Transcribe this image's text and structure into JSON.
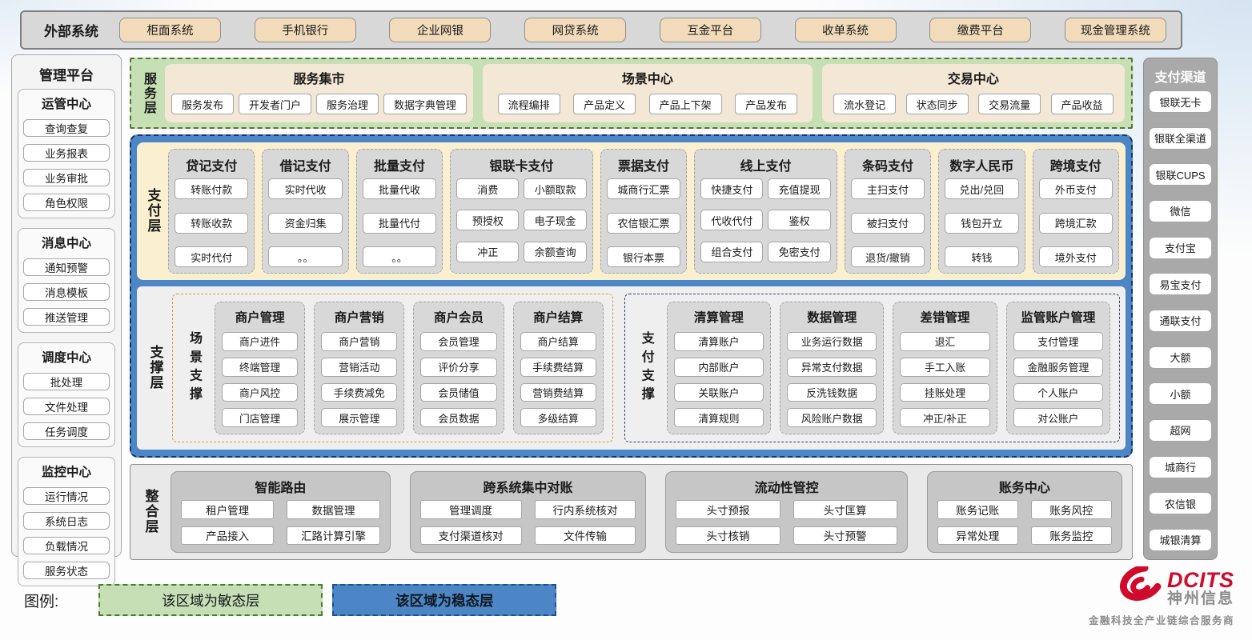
{
  "external_systems": {
    "label": "外部系统",
    "items": [
      "柜面系统",
      "手机银行",
      "企业网银",
      "网贷系统",
      "互金平台",
      "收单系统",
      "缴费平台",
      "现金管理系统"
    ]
  },
  "management_platform": {
    "title": "管理平台",
    "groups": [
      {
        "title": "运管中心",
        "items": [
          "查询查复",
          "业务报表",
          "业务审批",
          "角色权限"
        ]
      },
      {
        "title": "消息中心",
        "items": [
          "通知预警",
          "消息模板",
          "推送管理"
        ]
      },
      {
        "title": "调度中心",
        "items": [
          "批处理",
          "文件处理",
          "任务调度"
        ]
      },
      {
        "title": "监控中心",
        "items": [
          "运行情况",
          "系统日志",
          "负载情况",
          "服务状态"
        ]
      }
    ]
  },
  "service_layer": {
    "label": "服务层",
    "panels": [
      {
        "title": "服务集市",
        "items": [
          "服务发布",
          "开发者门户",
          "服务治理",
          "数据字典管理"
        ]
      },
      {
        "title": "场景中心",
        "items": [
          "流程编排",
          "产品定义",
          "产品上下架",
          "产品发布"
        ]
      },
      {
        "title": "交易中心",
        "items": [
          "流水登记",
          "状态同步",
          "交易流量",
          "产品收益"
        ]
      }
    ]
  },
  "payment_layer": {
    "label": "支付层",
    "columns": [
      {
        "title": "贷记支付",
        "cols": 1,
        "items": [
          "转账付款",
          "转账收款",
          "实时代付"
        ]
      },
      {
        "title": "借记支付",
        "cols": 1,
        "items": [
          "实时代收",
          "资金归集",
          "。。"
        ]
      },
      {
        "title": "批量支付",
        "cols": 1,
        "items": [
          "批量代收",
          "批量代付",
          "。。"
        ]
      },
      {
        "title": "银联卡支付",
        "cols": 2,
        "items": [
          "消费",
          "小额取款",
          "预授权",
          "电子现金",
          "冲正",
          "余额查询"
        ]
      },
      {
        "title": "票据支付",
        "cols": 1,
        "items": [
          "城商行汇票",
          "农信银汇票",
          "银行本票"
        ]
      },
      {
        "title": "线上支付",
        "cols": 2,
        "items": [
          "快捷支付",
          "充值提现",
          "代收代付",
          "鉴权",
          "组合支付",
          "免密支付"
        ]
      },
      {
        "title": "条码支付",
        "cols": 1,
        "items": [
          "主扫支付",
          "被扫支付",
          "退货/撤销"
        ]
      },
      {
        "title": "数字人民币",
        "cols": 1,
        "items": [
          "兑出/兑回",
          "钱包开立",
          "转钱"
        ]
      },
      {
        "title": "跨境支付",
        "cols": 1,
        "items": [
          "外币支付",
          "跨境汇款",
          "境外支付"
        ]
      }
    ]
  },
  "support_layer": {
    "label": "支撑层",
    "groups": [
      {
        "label": "场景支撑",
        "type": "scene",
        "columns": [
          {
            "title": "商户管理",
            "items": [
              "商户进件",
              "终端管理",
              "商户风控",
              "门店管理"
            ]
          },
          {
            "title": "商户营销",
            "items": [
              "商户营销",
              "营销活动",
              "手续费减免",
              "展示管理"
            ]
          },
          {
            "title": "商户会员",
            "items": [
              "会员管理",
              "评价分享",
              "会员储值",
              "会员数据"
            ]
          },
          {
            "title": "商户结算",
            "items": [
              "商户结算",
              "手续费结算",
              "营销费结算",
              "多级结算"
            ]
          }
        ]
      },
      {
        "label": "支付支撑",
        "type": "pay",
        "columns": [
          {
            "title": "清算管理",
            "items": [
              "清算账户",
              "内部账户",
              "关联账户",
              "清算规则"
            ]
          },
          {
            "title": "数据管理",
            "items": [
              "业务运行数据",
              "异常支付数据",
              "反洗钱数据",
              "风险账户数据"
            ]
          },
          {
            "title": "差错管理",
            "items": [
              "退汇",
              "手工入账",
              "挂账处理",
              "冲正/补正"
            ]
          },
          {
            "title": "监管账户管理",
            "items": [
              "支付管理",
              "金融服务管理",
              "个人账户",
              "对公账户"
            ]
          }
        ]
      }
    ]
  },
  "integration_layer": {
    "label": "整合层",
    "panels": [
      {
        "title": "智能路由",
        "items": [
          "租户管理",
          "数据管理",
          "产品接入",
          "汇路计算引擎"
        ]
      },
      {
        "title": "跨系统集中对账",
        "items": [
          "管理调度",
          "行内系统核对",
          "支付渠道核对",
          "文件传输"
        ]
      },
      {
        "title": "流动性管控",
        "items": [
          "头寸预报",
          "头寸匡算",
          "头寸核销",
          "头寸预警"
        ]
      },
      {
        "title": "账务中心",
        "items": [
          "账务记账",
          "账务风控",
          "异常处理",
          "账务监控"
        ]
      }
    ]
  },
  "payment_channels": {
    "title": "支付渠道",
    "items": [
      "银联无卡",
      "银联全渠道",
      "银联CUPS",
      "微信",
      "支付宝",
      "易宝支付",
      "通联支付",
      "大额",
      "小额",
      "超网",
      "城商行",
      "农信银",
      "城银清算"
    ]
  },
  "legend": {
    "label": "图例:",
    "items": [
      {
        "text": "该区域为敏态层",
        "type": "agile"
      },
      {
        "text": "该区域为稳态层",
        "type": "stable"
      }
    ]
  },
  "branding": {
    "name": "DCITS",
    "chinese_name": "神州信息",
    "tagline": "金融科技全产业链综合服务商"
  },
  "colors": {
    "agile_green": "#c7dfb4",
    "stable_blue": "#4d86c6",
    "payment_cream": "#faf0cf",
    "panel_cream": "#f3e7d6",
    "chip_cream": "#f1dbba",
    "group_gray": "#d8d8d8",
    "brand_red": "#cf0a2c"
  }
}
